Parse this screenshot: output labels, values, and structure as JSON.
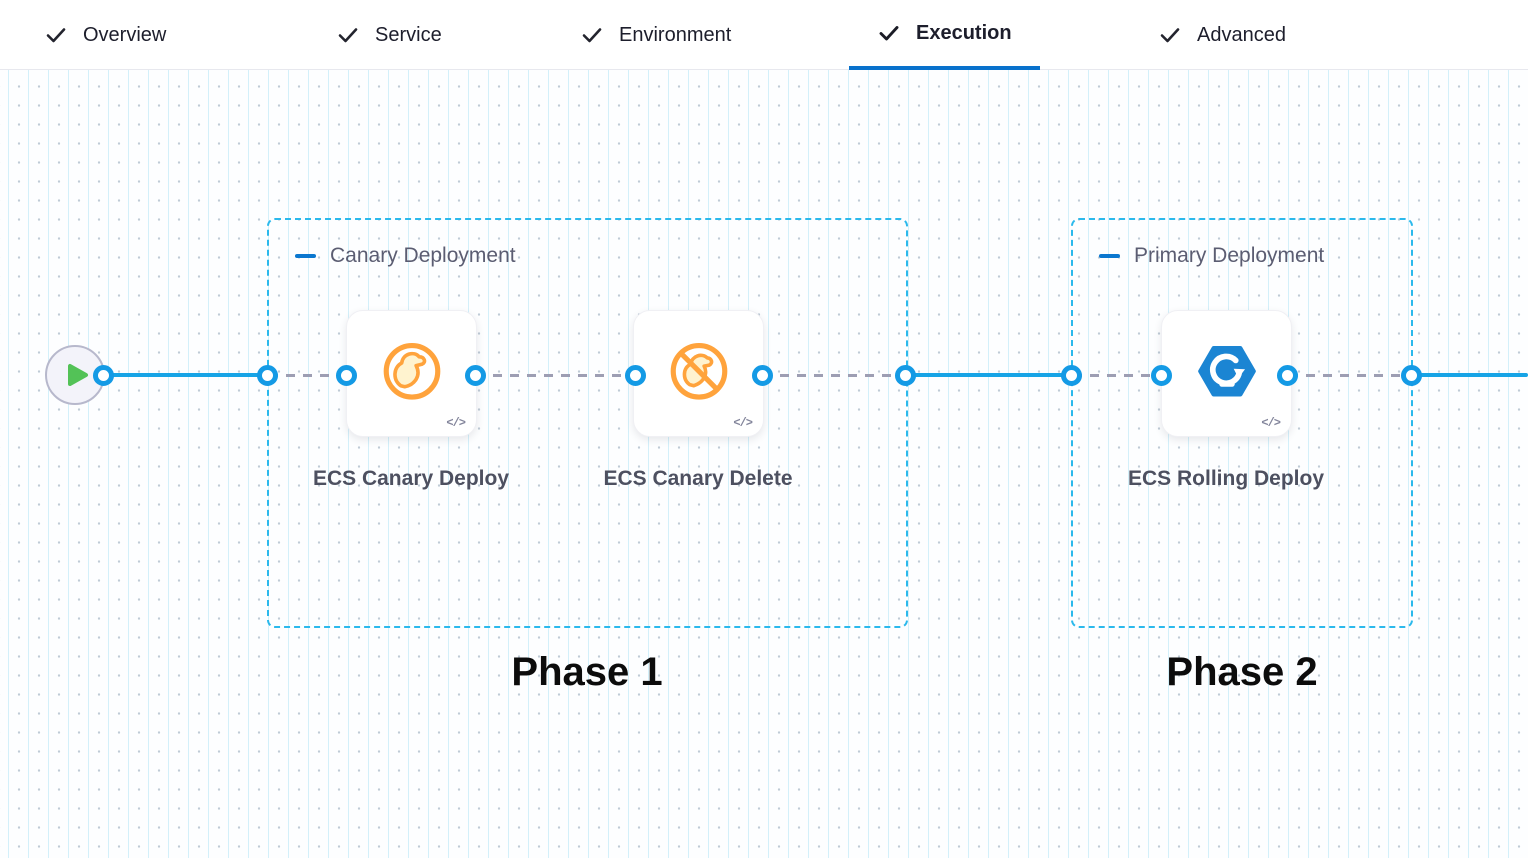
{
  "tab_bar": {
    "tabs": [
      {
        "label": "Overview",
        "checked": true,
        "active": false
      },
      {
        "label": "Service",
        "checked": true,
        "active": false
      },
      {
        "label": "Environment",
        "checked": true,
        "active": false
      },
      {
        "label": "Execution",
        "checked": true,
        "active": true
      },
      {
        "label": "Advanced",
        "checked": true,
        "active": false
      }
    ]
  },
  "canvas": {
    "start_node": {
      "icon": "play-icon"
    },
    "groups": [
      {
        "title": "Canary Deployment",
        "phase_label": "Phase 1",
        "steps": [
          {
            "name": "ECS Canary Deploy",
            "icon": "canary-deploy-icon",
            "code_badge": "</>"
          },
          {
            "name": "ECS Canary Delete",
            "icon": "canary-delete-icon",
            "code_badge": "</>"
          }
        ]
      },
      {
        "title": "Primary Deployment",
        "phase_label": "Phase 2",
        "steps": [
          {
            "name": "ECS Rolling Deploy",
            "icon": "ecs-rolling-icon",
            "code_badge": "</>"
          }
        ]
      }
    ]
  },
  "colors": {
    "tab_underline": "#0871cc",
    "edge_blue": "#17a4e6",
    "port_blue": "#149ae5",
    "group_border_cyan": "#2bb9ec",
    "collapse_dash_blue": "#0b77cf",
    "canary_orange": "#ffa33c",
    "ecs_blue": "#1b85d3",
    "play_green": "#53c257",
    "dashed_connector_gray": "#9d9eb3"
  }
}
